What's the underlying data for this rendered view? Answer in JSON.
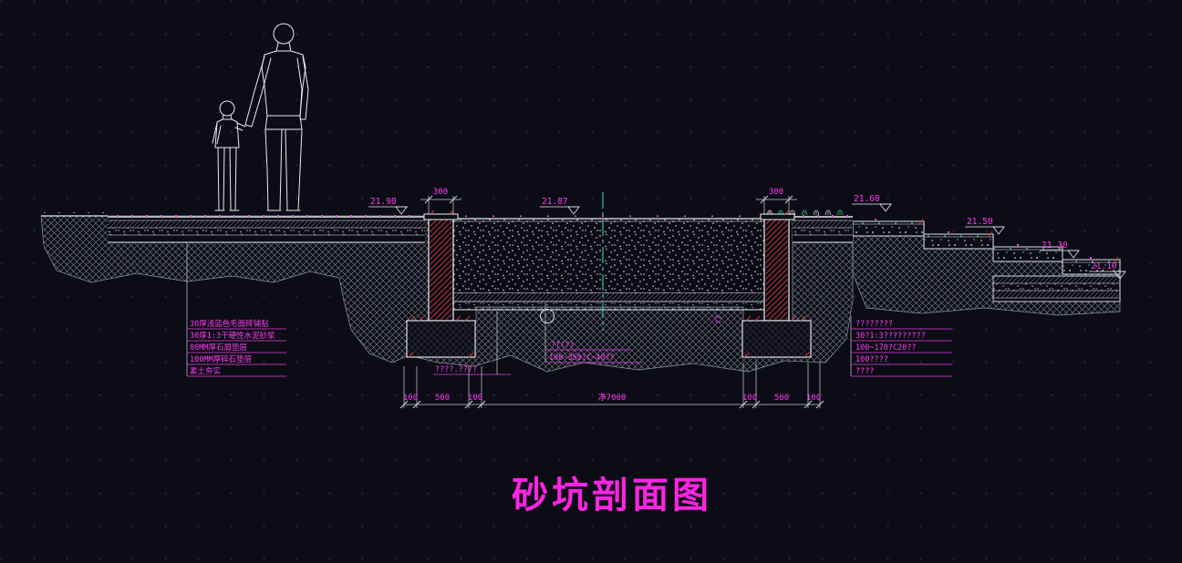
{
  "drawing": {
    "title": "砂坑剖面图",
    "elevations": {
      "top_left": "21.90",
      "pit": "21.87",
      "step1": "21.60",
      "step2": "21.50",
      "step3": "21.30",
      "step4": "21.10"
    },
    "dims": {
      "wall_left": "300",
      "wall_right": "300",
      "bottom": [
        "100",
        "500",
        "100",
        "净7000",
        "100",
        "500",
        "100"
      ]
    },
    "callouts": {
      "left": [
        "30厚浅蓝色毛面砖铺贴",
        "30厚1:3干硬性水泥砂浆",
        "80MM厚石屑垫层",
        "100MM厚碎石垫层",
        "素土夯实"
      ],
      "center": [
        "??(?)",
        "100~350?C~40??"
      ],
      "base": "????.????",
      "pit_note": "??",
      "right": [
        "????????",
        "30?1:3?????????",
        "100~170?C20??",
        "100????",
        "????"
      ]
    },
    "colors": {
      "annotation": "#ff3df0",
      "centerline": "#2fe0b8",
      "rebar": "#e03a2f",
      "linework": "#e8ebf0"
    }
  }
}
